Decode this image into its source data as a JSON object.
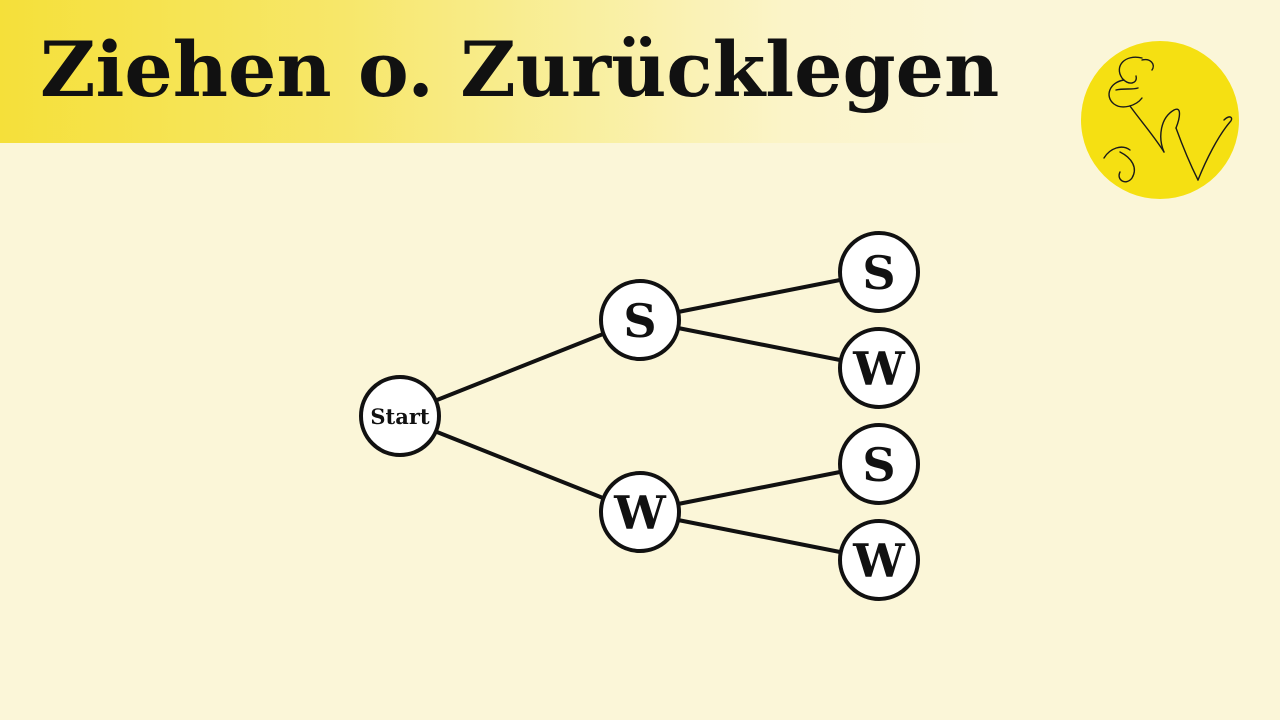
{
  "header": {
    "title": "Ziehen o. Zurücklegen"
  },
  "colors": {
    "background": "#fbf6d8",
    "band": "#f5e03a",
    "logo_fill": "#f5e012",
    "node_fill": "#ffffff",
    "stroke": "#111111"
  },
  "tree": {
    "root": {
      "label": "Start"
    },
    "level1": [
      {
        "label": "S"
      },
      {
        "label": "W"
      }
    ],
    "level2": [
      {
        "label": "S"
      },
      {
        "label": "W"
      },
      {
        "label": "S"
      },
      {
        "label": "W"
      }
    ]
  }
}
